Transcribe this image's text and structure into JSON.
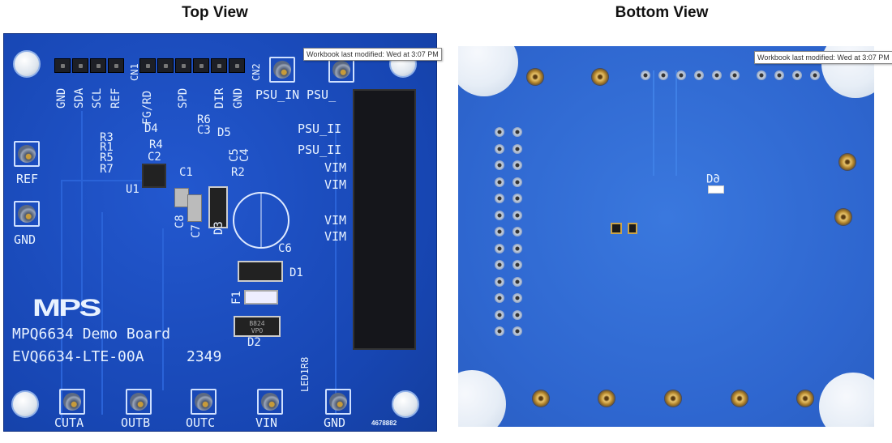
{
  "titles": {
    "top": "Top View",
    "bottom": "Bottom View"
  },
  "tooltip": "Workbook last modified: Wed at 3:07 PM",
  "top_board": {
    "header_labels": [
      "GND",
      "SDA",
      "SCL",
      "REF",
      "FG/RD",
      "SPD",
      "DIR",
      "GND"
    ],
    "connectors": [
      "CN1",
      "CN2"
    ],
    "psu": [
      "PSU_IN",
      "PSU_"
    ],
    "side_labels": [
      "PSU_II",
      "PSU_II",
      "VIM",
      "VIM",
      "VIM",
      "VIM"
    ],
    "left_tp": [
      "REF",
      "GND"
    ],
    "bottom_tp": [
      "CUTA",
      "OUTB",
      "OUTC",
      "VIN",
      "GND"
    ],
    "refdes": [
      "R3",
      "R1",
      "R5",
      "R7",
      "D4",
      "R6",
      "C3",
      "D5",
      "R4",
      "C2",
      "C5",
      "C4",
      "R2",
      "C1",
      "U1",
      "C8",
      "C7",
      "D3",
      "C6",
      "D1",
      "F1",
      "D2",
      "LED1R8"
    ],
    "logo": "MPS",
    "board_name": "MPQ6634 Demo Board",
    "part_number": "EVQ6634-LTE-00A",
    "date_code": "2349",
    "serial": "4678882",
    "part_marks": [
      "B824",
      "VPO"
    ],
    "board_color": "#1a4fbf"
  },
  "bottom_board": {
    "refdes": [
      "D9"
    ],
    "board_color": "#2f6ad4"
  }
}
